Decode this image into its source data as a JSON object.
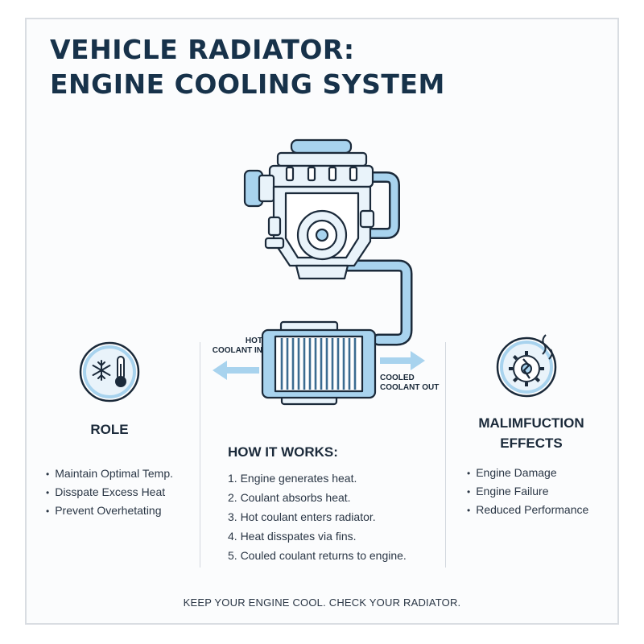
{
  "title": {
    "line1": "VEHICLE RADIATOR:",
    "line2": "ENGINE COOLING SYSTEM"
  },
  "labels": {
    "hot_line1": "HOT",
    "hot_line2": "COOLANT IN",
    "cool_line1": "COOLED",
    "cool_line2": "COOLANT OUT"
  },
  "role": {
    "heading": "ROLE",
    "icon": "snowflake-thermometer-icon",
    "items": [
      "Maintain Optimal Temp.",
      "Disspate Excess Heat",
      "Prevent Overhetating"
    ]
  },
  "how": {
    "heading": "HOW IT WORKS:",
    "steps": [
      "1. Engine generates heat.",
      "2. Coulant absorbs heat.",
      "3. Hot coulant enters radiator.",
      "4. Heat disspates via fins.",
      "5. Couled coulant returns to engine."
    ]
  },
  "malfunction": {
    "heading_line1": "MALIMFUCTION",
    "heading_line2": "EFFECTS",
    "icon": "broken-gear-icon",
    "items": [
      "Engine Damage",
      "Engine Failure",
      "Reduced Performance"
    ]
  },
  "footer": "KEEP YOUR ENGINE COOL. CHECK YOUR RADIATOR.",
  "colors": {
    "dark": "#17324a",
    "accent": "#7fb7dc",
    "accent_light": "#cfe6f5",
    "fill": "#e9f3fa"
  }
}
